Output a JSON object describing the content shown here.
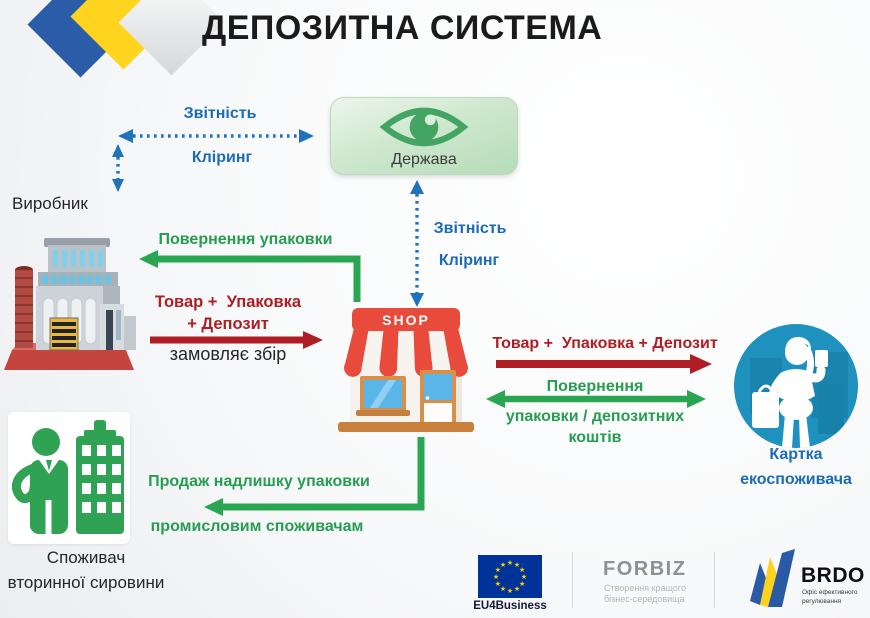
{
  "title": "ДЕПОЗИТНА СИСТЕМА",
  "actors": {
    "producer": "Виробник",
    "state": "Держава",
    "shop_sign": "SHOP",
    "eco_card_line1": "Картка",
    "eco_card_line2": "екоспоживача",
    "recycler_line1": "Споживач",
    "recycler_line2": "вторинної сировини"
  },
  "flows": {
    "report_top": "Звітність",
    "clearing_top": "Кліринг",
    "report_mid": "Звітність",
    "clearing_mid": "Кліринг",
    "return_packaging": "Повернення упаковки",
    "goods_left_line1": "Товар +  Упаковка",
    "goods_left_line2": "+ Депозит",
    "order_collection": "замовляє збір",
    "goods_right": "Товар +  Упаковка + Депозит",
    "return_right_line1": "Повернення",
    "return_right_line2": "упаковки / депозитних",
    "return_right_line3": "коштів",
    "surplus_line1": "Продаж надлишку  упаковки",
    "surplus_line2": "промисловим споживачам"
  },
  "footer": {
    "eu": "EU4Business",
    "forbiz": "FORBIZ",
    "forbiz_tag1": "Створення кращого",
    "forbiz_tag2": "бізнес-середовища",
    "brdo": "BRDO",
    "brdo_tag1": "Офіс ефективного",
    "brdo_tag2": "регулювання"
  },
  "colors": {
    "blue_text": "#1b6cb5",
    "arrow_blue": "#2073b8",
    "green": "#2aa653",
    "red": "#b01e24",
    "state_box_green": "#cde8cf",
    "circle_blue": "#1e91be",
    "eu_blue": "#003399",
    "brand_yellow": "#ffd41e",
    "brand_blue": "#2b5ca8"
  }
}
